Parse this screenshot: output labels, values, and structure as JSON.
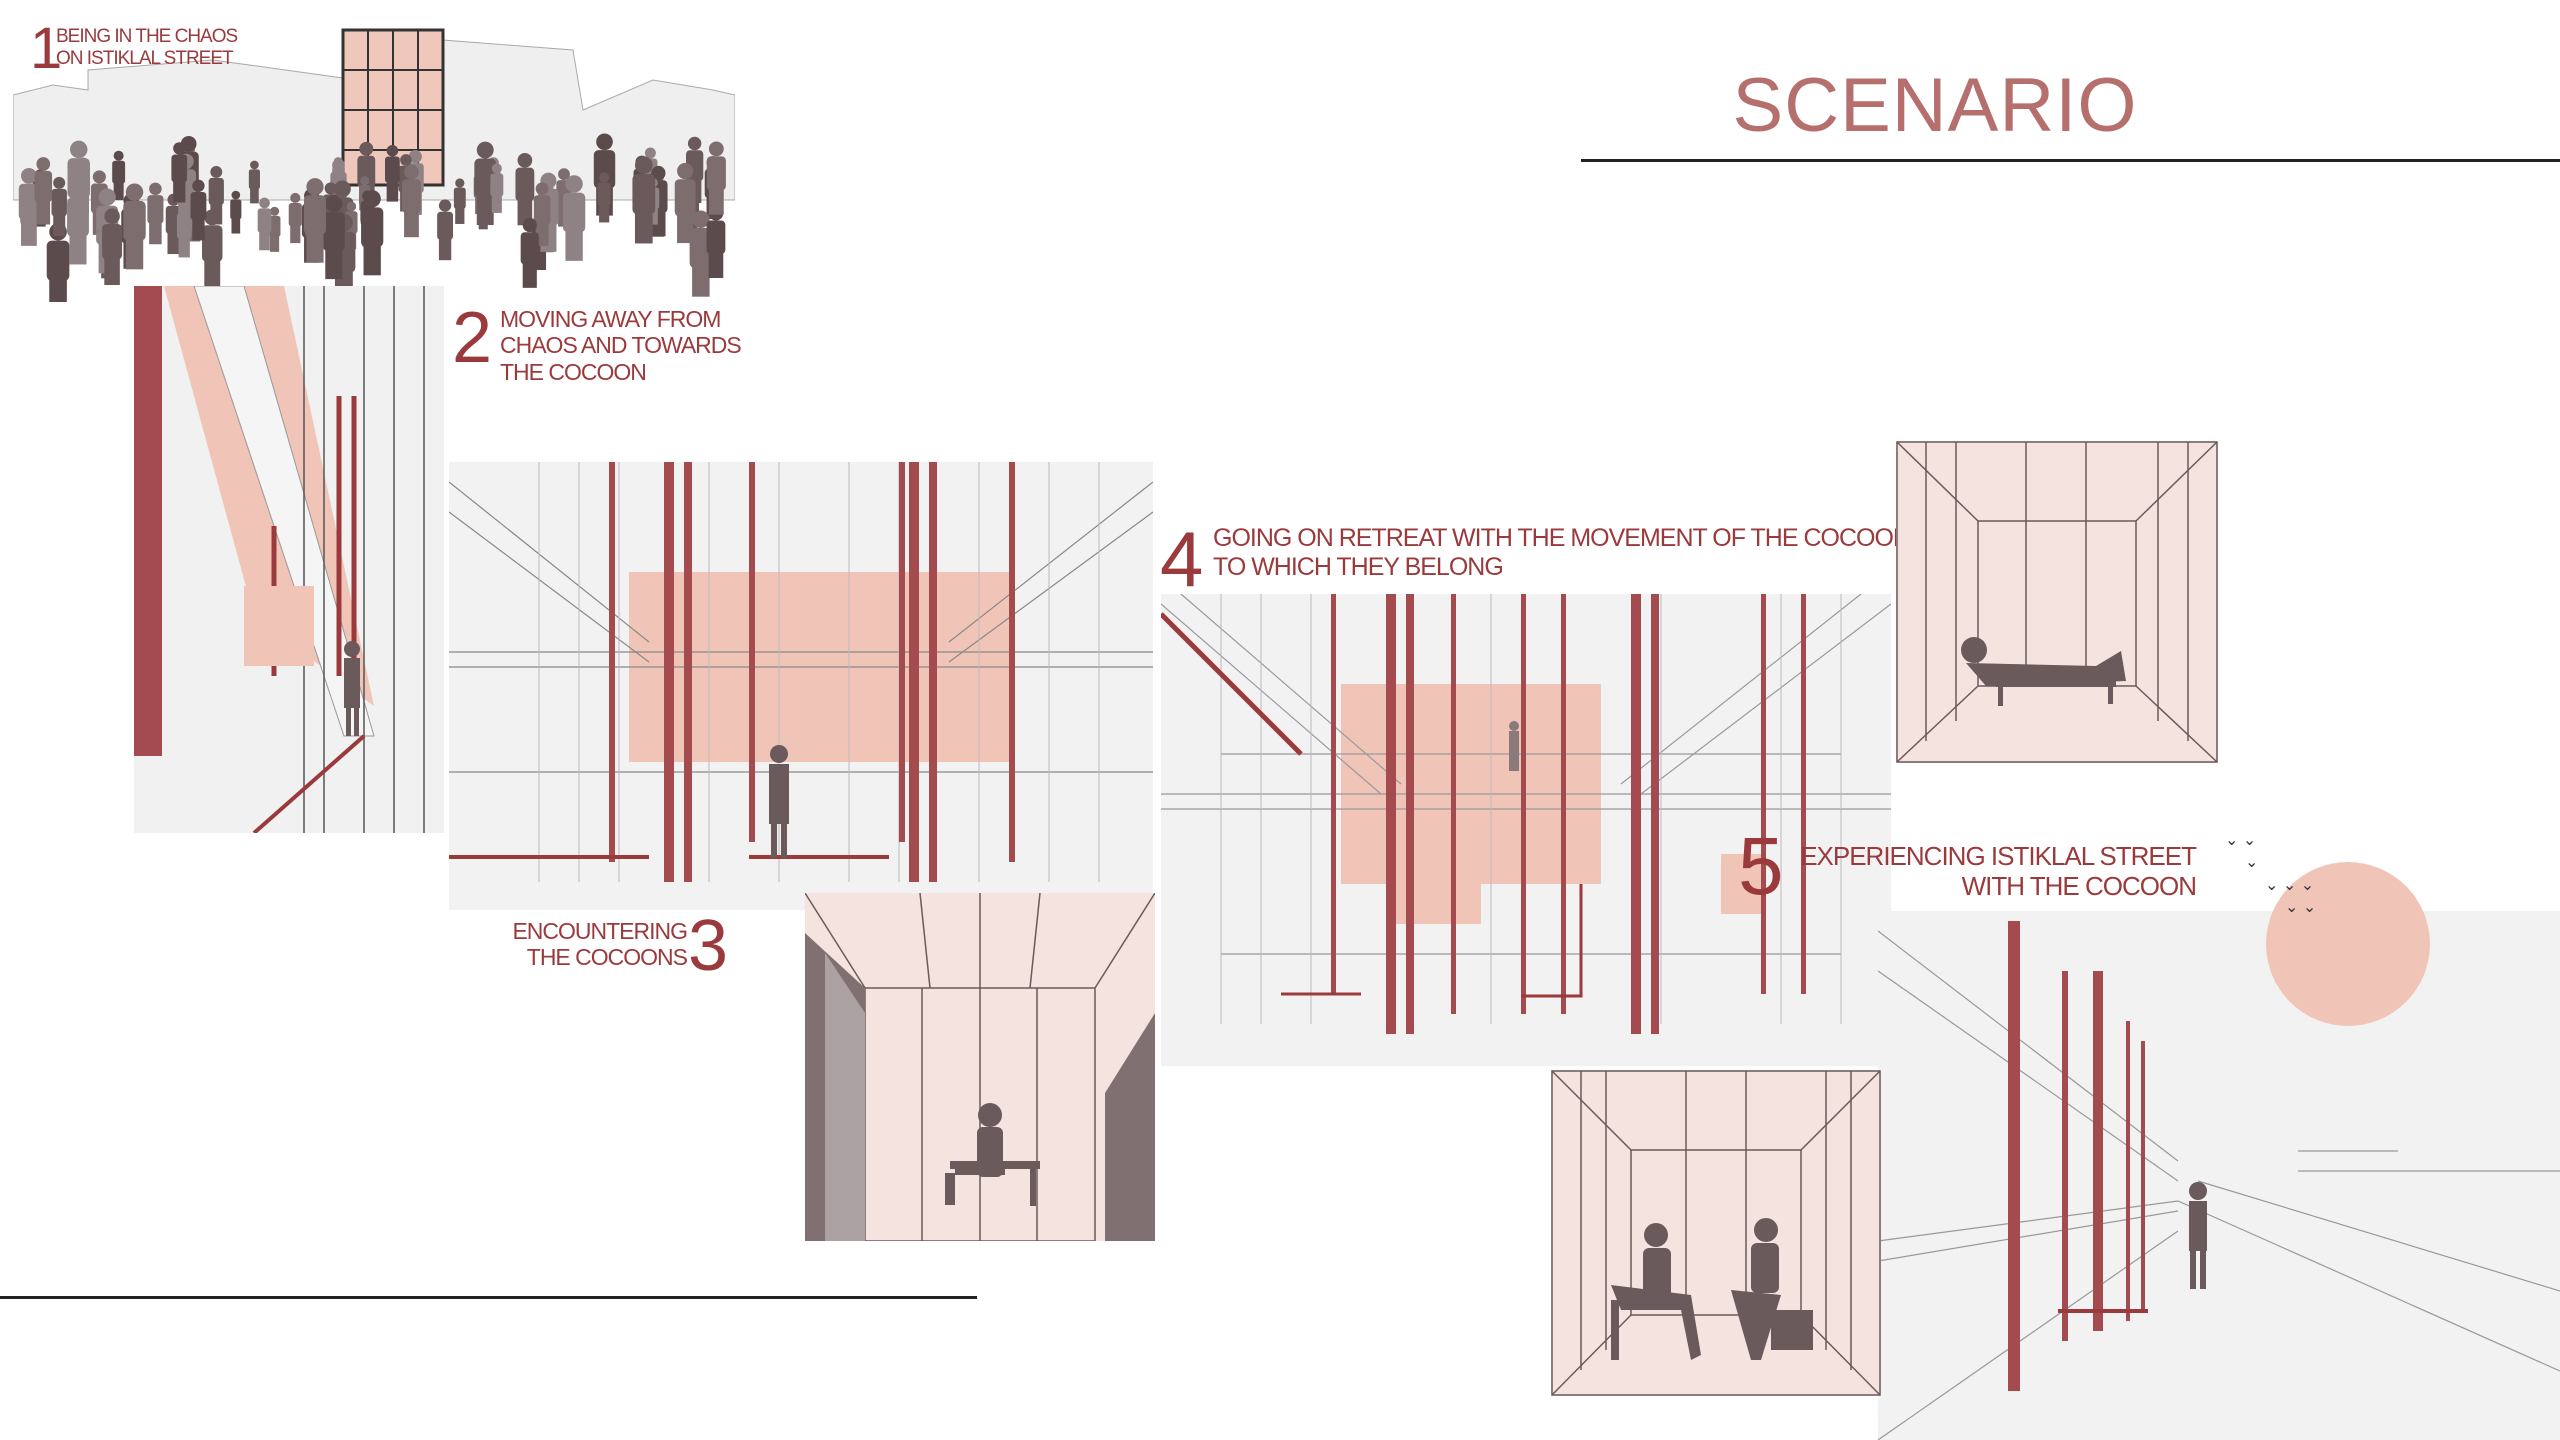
{
  "title": "SCENARIO",
  "colors": {
    "accent": "#9b3a3c",
    "pink": "#f0c4b6",
    "light_pink": "#f5e3df",
    "silhouette": "#6b5a5c",
    "title": "#b5706e"
  },
  "steps": [
    {
      "number": "1",
      "lines": [
        "BEING IN THE CHAOS",
        "ON ISTIKLAL STREET"
      ]
    },
    {
      "number": "2",
      "lines": [
        "MOVING AWAY FROM",
        "CHAOS AND TOWARDS",
        "THE COCOON"
      ]
    },
    {
      "number": "3",
      "lines": [
        "ENCOUNTERING",
        "THE COCOONS"
      ]
    },
    {
      "number": "4",
      "lines": [
        "GOING ON RETREAT WITH THE MOVEMENT OF THE COCOON",
        "TO WHICH THEY BELONG"
      ]
    },
    {
      "number": "5",
      "lines": [
        "EXPERIENCING ISTIKLAL STREET",
        "WITH THE COCOON"
      ]
    }
  ]
}
